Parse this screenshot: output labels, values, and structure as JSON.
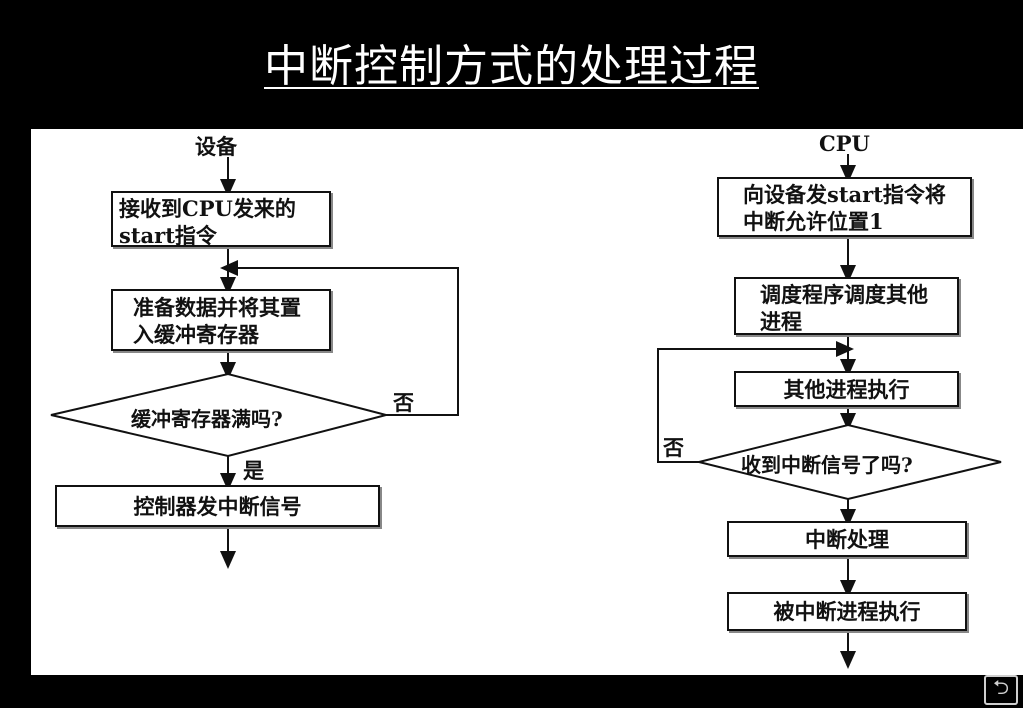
{
  "title": "中断控制方式的处理过程",
  "left": {
    "header": "设备",
    "box1": "接收到CPU发来的start指令",
    "box2": "准备数据并将其置入缓冲寄存器",
    "decision": "缓冲寄存器满吗?",
    "no": "否",
    "yes": "是",
    "box3": "控制器发中断信号"
  },
  "right": {
    "header": "CPU",
    "box1": "向设备发start指令将中断允许位置1",
    "box2": "调度程序调度其他进程",
    "box3": "其他进程执行",
    "decision": "收到中断信号了吗?",
    "no": "否",
    "box4": "中断处理",
    "box5": "被中断进程执行"
  },
  "nav_icon": "return-icon",
  "nav_glyph": "⮌"
}
